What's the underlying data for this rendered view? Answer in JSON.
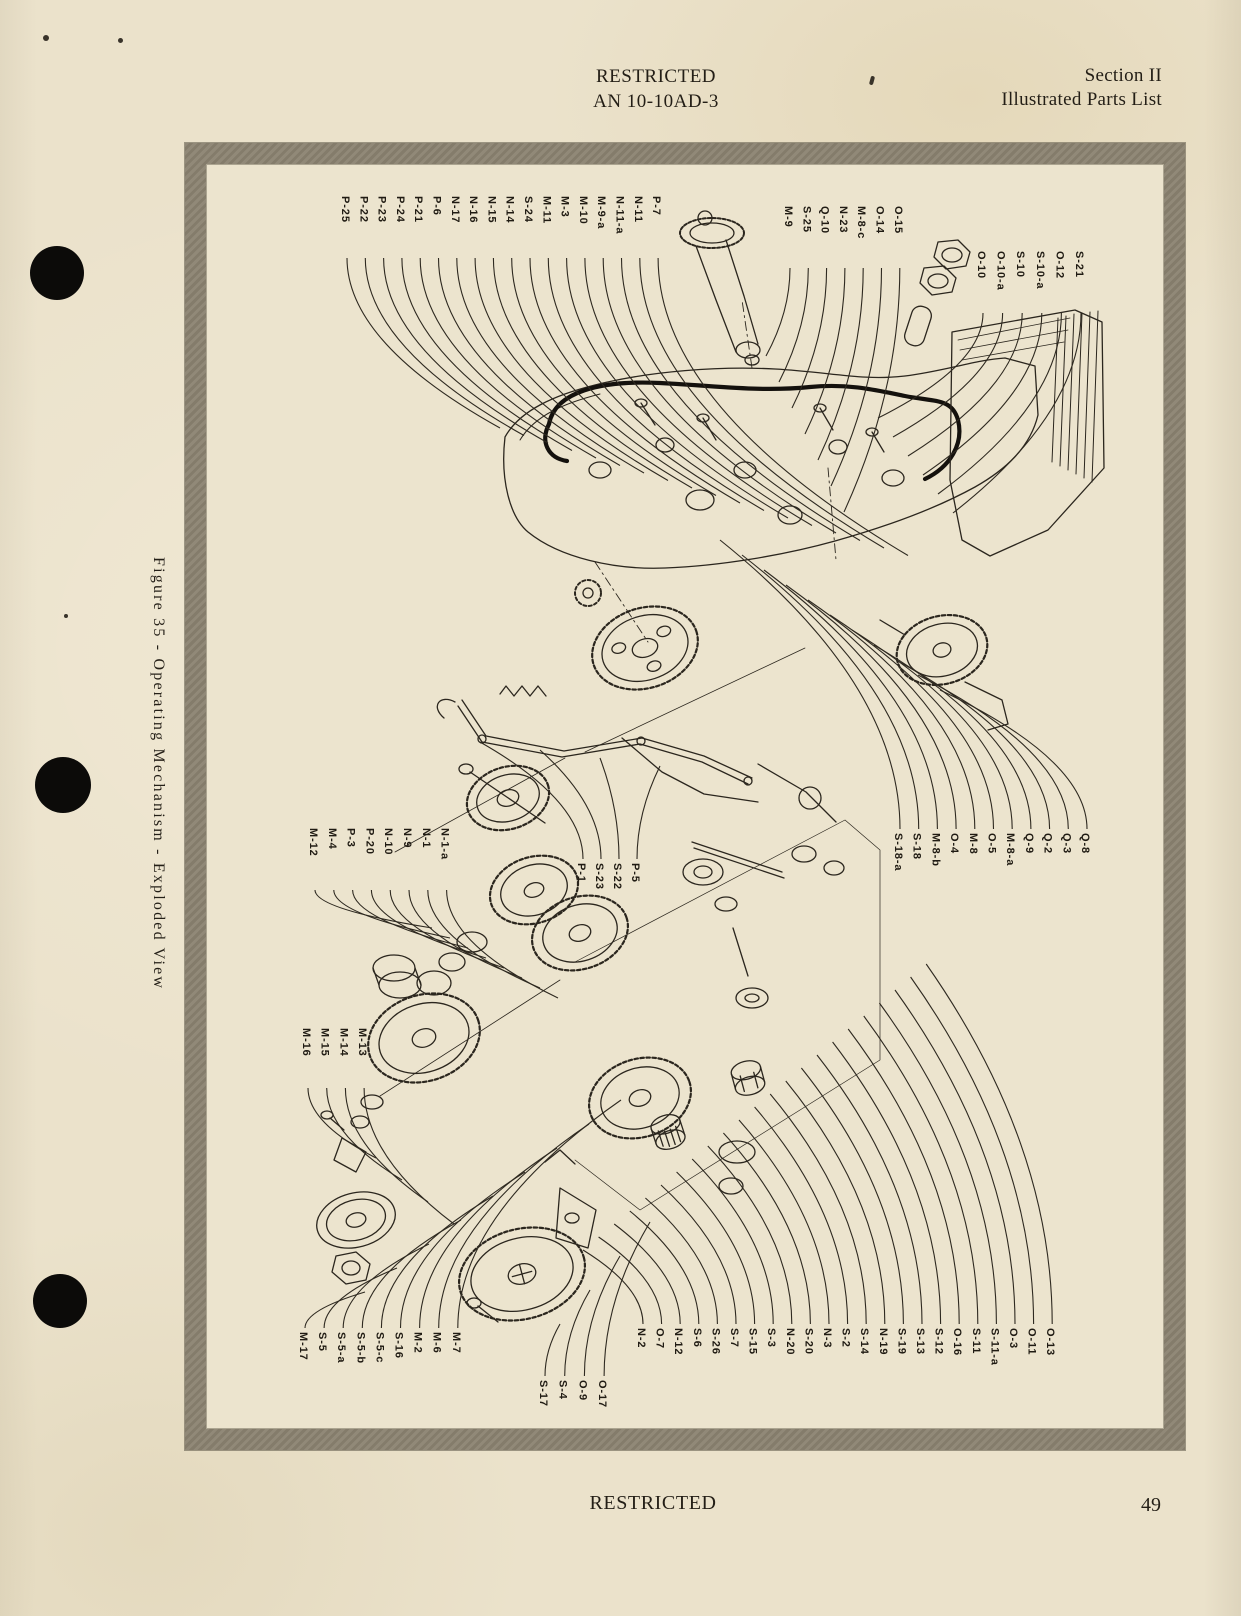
{
  "page": {
    "header": {
      "restricted": "RESTRICTED",
      "doc_number": "AN 10-10AD-3",
      "section": "Section II",
      "section_subtitle": "Illustrated Parts List"
    },
    "footer": {
      "restricted": "RESTRICTED",
      "page_number": "49"
    },
    "figure_caption": "Figure 35 - Operating Mechanism - Exploded View"
  },
  "colors": {
    "paper": "#ebe2cb",
    "frame_gray": "#8d8575",
    "ink": "#231e16"
  },
  "diagram": {
    "type": "exploded-view-parts-diagram",
    "part_labels": {
      "top_left": [
        "P-25",
        "P-22",
        "P-23",
        "P-24",
        "P-21",
        "P-6",
        "N-17",
        "N-16",
        "N-15",
        "N-14",
        "S-24",
        "M-11",
        "M-3",
        "M-10",
        "M-9-a",
        "N-11-a",
        "N-11",
        "P-7"
      ],
      "top_middle": [
        "M-9",
        "S-25",
        "Q-10",
        "N-23",
        "M-8-c",
        "O-14",
        "O-15"
      ],
      "top_right": [
        "O-10",
        "O-10-a",
        "S-10",
        "S-10-a",
        "O-12",
        "S-21"
      ],
      "right_middle": [
        "S-18-a",
        "S-18",
        "M-8-b",
        "O-4",
        "M-8",
        "O-5",
        "M-8-a",
        "Q-9",
        "Q-2",
        "Q-3",
        "Q-8"
      ],
      "left_middle": [
        "M-12",
        "M-4",
        "P-3",
        "P-20",
        "N-10",
        "N-9",
        "N-1",
        "N-1-a"
      ],
      "center": [
        "P-1",
        "S-23",
        "S-22",
        "P-5"
      ],
      "left_column": [
        "M-16",
        "M-15",
        "M-14",
        "M-13"
      ],
      "bottom_left": [
        "M-17",
        "S-5",
        "S-5-a",
        "S-5-b",
        "S-5-c",
        "S-16",
        "M-2",
        "M-6",
        "M-7"
      ],
      "bottom_center": [
        "S-17",
        "S-4",
        "O-9",
        "O-17"
      ],
      "bottom_right": [
        "N-2",
        "O-7",
        "N-12",
        "S-6",
        "S-26",
        "S-7",
        "S-15",
        "S-3",
        "N-20",
        "S-20",
        "N-3",
        "S-2",
        "S-14",
        "N-19",
        "S-19",
        "S-13",
        "S-12",
        "O-16",
        "S-11",
        "S-11-a",
        "O-3",
        "O-11",
        "O-13"
      ]
    }
  }
}
